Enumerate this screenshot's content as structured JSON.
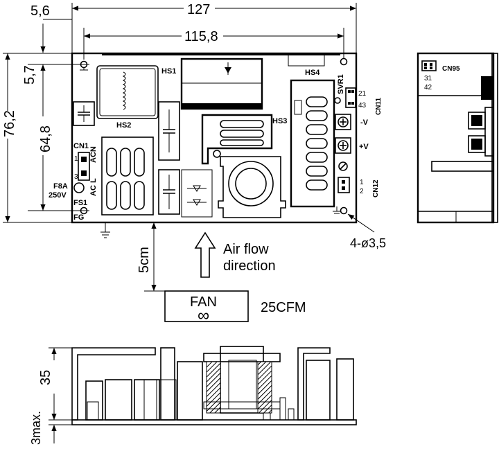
{
  "dimensions": {
    "d_5_6": "5,6",
    "d_127": "127",
    "d_115_8": "115,8",
    "d_5_7": "5,7",
    "d_76_2": "76,2",
    "d_64_8": "64,8",
    "d_5cm": "5cm",
    "d_3max": "3max.",
    "d_35": "35",
    "mount_holes": "4-ø3,5"
  },
  "components": {
    "hs1": "HS1",
    "hs2": "HS2",
    "hs3": "HS3",
    "hs4": "HS4",
    "svr1": "SVR1",
    "cn1": "CN1",
    "cn1_pin1": "1",
    "cn1_pin3": "3",
    "ac_l": "AC L",
    "ac_n": "ACN",
    "fuse_rating": "F8A",
    "fuse_voltage": "250V",
    "fs1": "FS1",
    "fg": "FG",
    "cn11": "CN11",
    "cn11_pins_top": "21",
    "cn11_pins_bottom": "43",
    "minus_v": "-V",
    "plus_v": "+V",
    "cn12": "CN12",
    "cn12_pin1": "1",
    "cn12_pin2": "2",
    "cn95": "CN95",
    "cn95_pins_top": "31",
    "cn95_pins_bottom": "42"
  },
  "airflow": {
    "label_line1": "Air flow",
    "label_line2": "direction",
    "fan_label": "FAN",
    "fan_symbol": "∞",
    "cfm": "25CFM"
  }
}
